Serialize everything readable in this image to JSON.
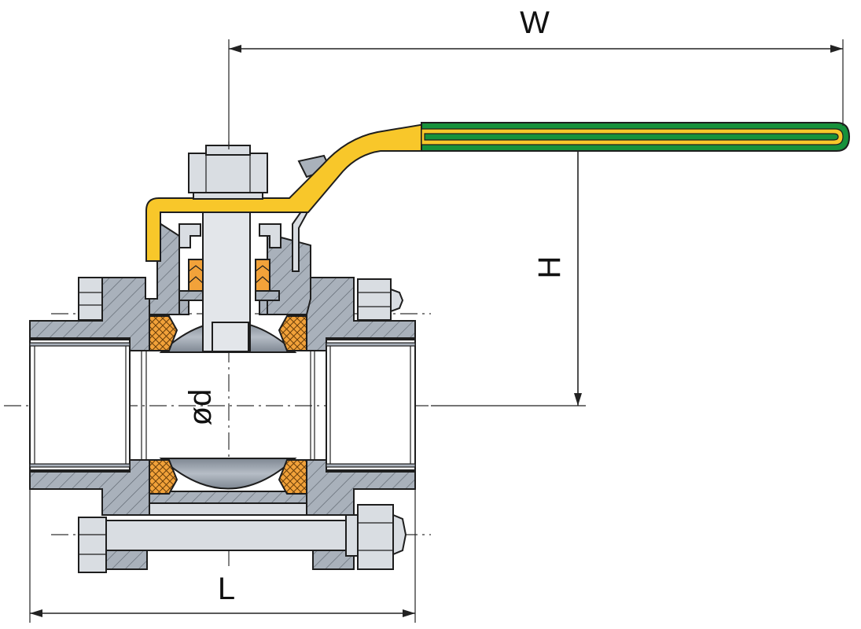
{
  "dimensions": {
    "width_label": "W",
    "height_label": "H",
    "length_label": "L",
    "bore_label": "ød"
  },
  "colors": {
    "body": "#a9b1bb",
    "body_hatch": "#5f6770",
    "bolt": "#d9dde2",
    "ball": "#9ba3ad",
    "seat": "#f2a23a",
    "handle": "#f8c72a",
    "grip": "#17913b",
    "outline": "#1e1e1e"
  }
}
